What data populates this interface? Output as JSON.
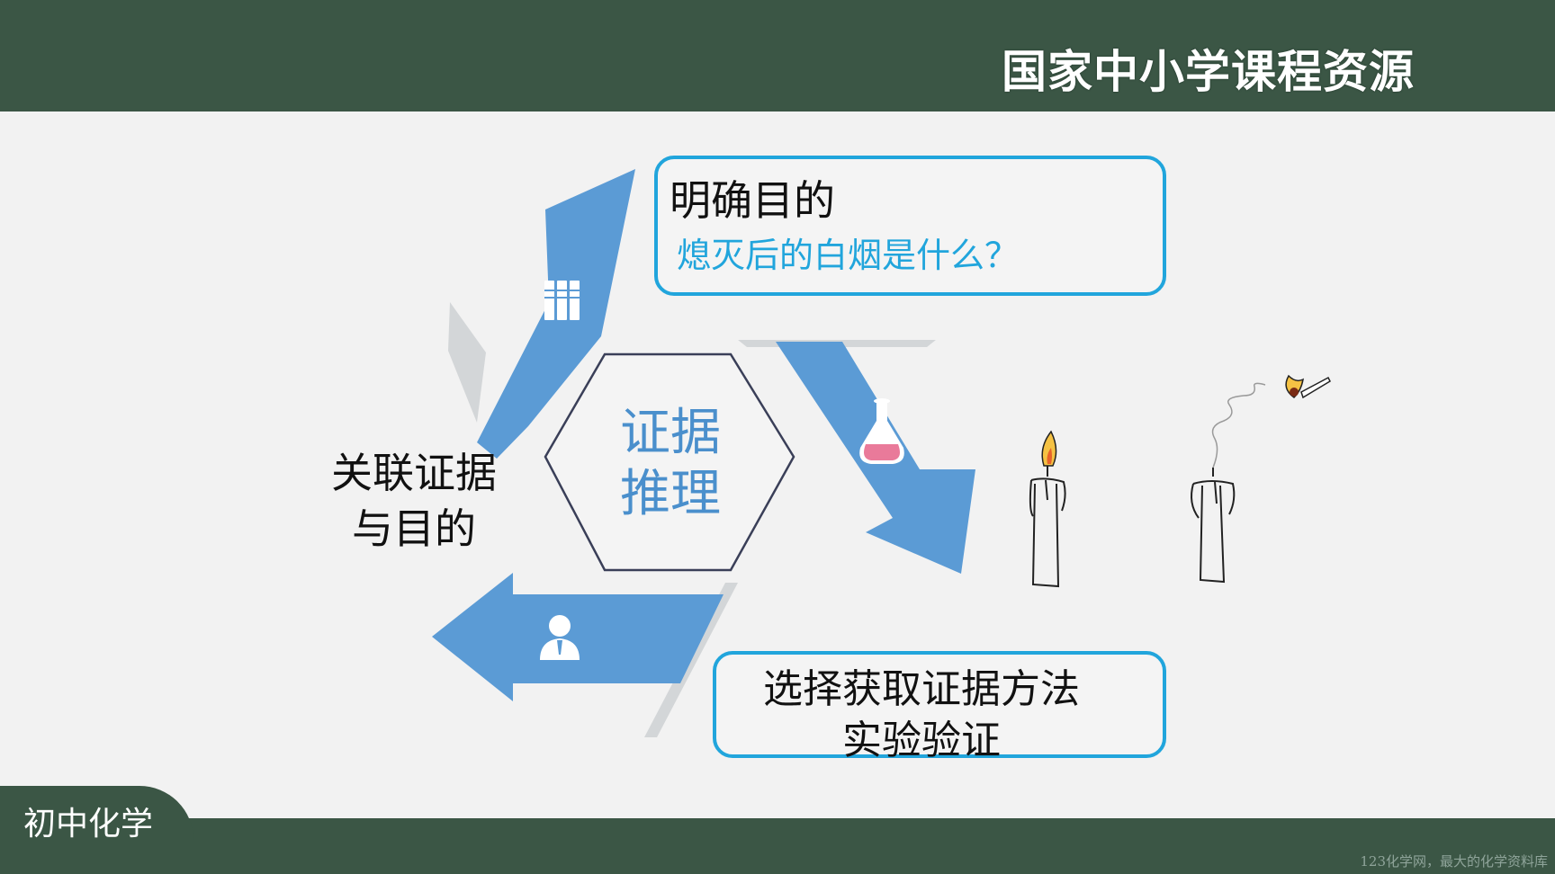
{
  "header": {
    "brand": "国家中小学课程资源"
  },
  "cycle": {
    "center": {
      "line1": "证据",
      "line2": "推理"
    },
    "purpose": {
      "title": "明确目的",
      "question": "熄灭后的白烟是什么？"
    },
    "method": {
      "line1": "选择获取证据方法",
      "line2": "实验验证"
    },
    "relate": {
      "line1": "关联证据",
      "line2": "与目的"
    }
  },
  "icons": {
    "arrow_top": "books-icon",
    "arrow_right": "flask-icon",
    "arrow_bottom": "person-icon",
    "illustration": "candles-and-match"
  },
  "colors": {
    "arrow": "#5b9bd5",
    "box_border": "#21a5dc",
    "header": "#3b5645",
    "question": "#21a5dc",
    "center_text": "#4a8fcc"
  },
  "footer": {
    "subject": "初中化学",
    "watermark": "123化学网，最大的化学资料库"
  }
}
